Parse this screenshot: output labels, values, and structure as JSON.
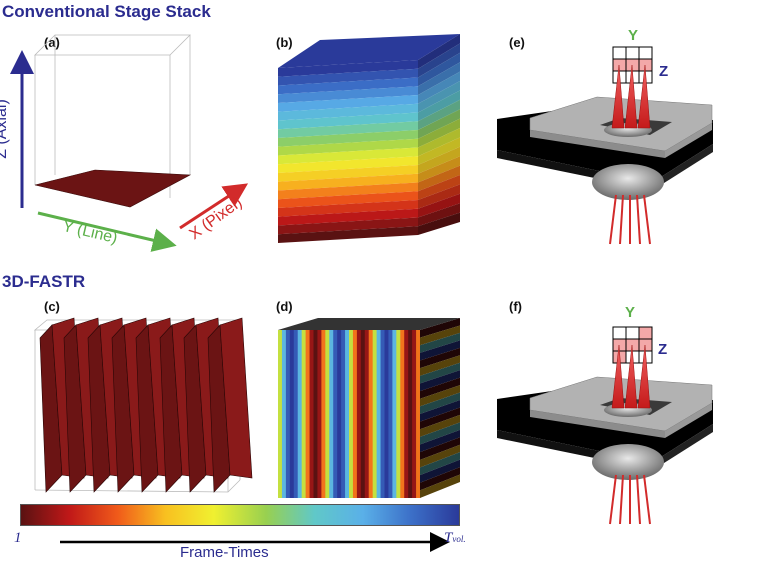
{
  "sections": {
    "top_title": "Conventional Stage Stack",
    "bottom_title": "3D-FASTR"
  },
  "panels": {
    "a": "(a)",
    "b": "(b)",
    "c": "(c)",
    "d": "(d)",
    "e": "(e)",
    "f": "(f)"
  },
  "axes": {
    "z_label": "Z (Axial)",
    "y_label": "Y (Line)",
    "x_label": "X (Pixel)",
    "z_color": "#2b2c8f",
    "y_color": "#5cb04a",
    "x_color": "#d22b2b"
  },
  "grid_labels": {
    "y_top": "Y",
    "z_top": "Z",
    "y_bottom": "Y",
    "z_bottom": "Z"
  },
  "colorbar": {
    "start_label": "1",
    "end_label_main": "T",
    "end_label_sub": "vol.",
    "arrow_label": "Frame-Times",
    "colors": [
      "#5a1212",
      "#c01818",
      "#f05a1a",
      "#f8c020",
      "#f0f030",
      "#98d050",
      "#60c8c8",
      "#5ab0e8",
      "#3c70c8",
      "#2a3a9a"
    ]
  }
}
